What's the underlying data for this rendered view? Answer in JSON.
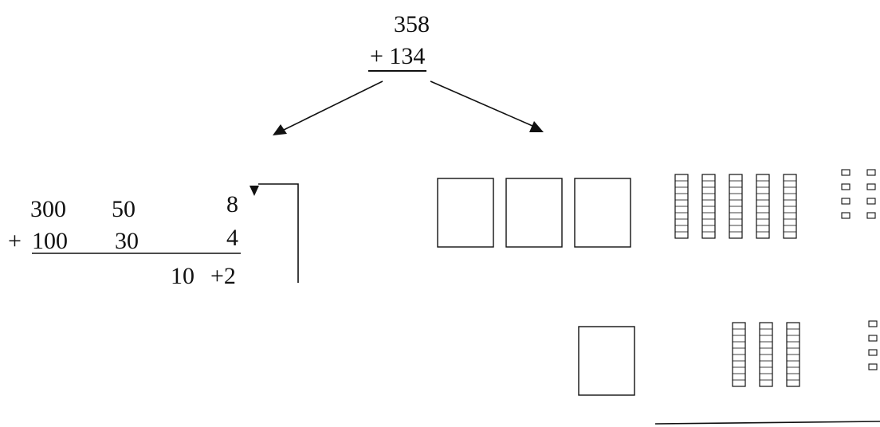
{
  "problem": {
    "top": "358",
    "bottom": "+ 134"
  },
  "expanded": {
    "row1": {
      "hundreds": "300",
      "tens": "50",
      "ones": "8"
    },
    "row2": {
      "sign": "+",
      "hundreds": "100",
      "tens": "30",
      "ones": "4"
    },
    "regroup": {
      "ten": "10",
      "ones": "+2"
    }
  },
  "blocks": {
    "row1": {
      "hundreds": 3,
      "tens": 5,
      "ones": 8
    },
    "row2": {
      "hundreds": 1,
      "tens": 3,
      "ones": 4
    }
  }
}
